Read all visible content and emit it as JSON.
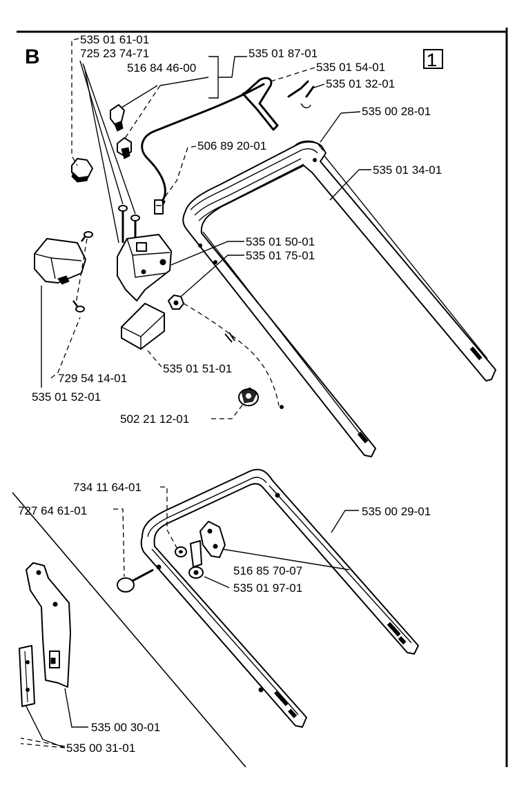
{
  "section_label": "B",
  "reference_icon": "book-reference-icon",
  "colors": {
    "ink": "#000000",
    "paper": "#ffffff"
  },
  "labels": {
    "p535016101": "535 01 61-01",
    "p725237471": "725 23 74-71",
    "p516844600": "516 84 46-00",
    "p535018701": "535 01 87-01",
    "p535015401": "535 01 54-01",
    "p535013201": "535 01 32-01",
    "p535002801": "535 00 28-01",
    "p506892001": "506 89 20-01",
    "p535013401": "535 01 34-01",
    "p535015001": "535 01 50-01",
    "p535017501": "535 01 75-01",
    "p729541401": "729 54 14-01",
    "p535015101": "535 01 51-01",
    "p535015201": "535 01 52-01",
    "p502211201": "502 21 12-01",
    "p734116401": "734 11 64-01",
    "p727646101": "727 64 61-01",
    "p535002901": "535 00 29-01",
    "p516857007": "516 85 70-07",
    "p535019701": "535 01 97-01",
    "p535003001": "535 00 30-01",
    "p535003101": "535 00 31-01"
  }
}
